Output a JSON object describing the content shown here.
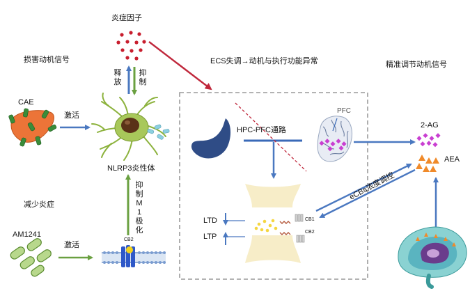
{
  "labels": {
    "inflammatory_factor": "炎症因子",
    "damage_signal": "损害动机信号",
    "release": "释放",
    "inhibit": "抑制",
    "cae": "CAE",
    "activate_top": "激活",
    "nlrp3": "NLRP3炎性体",
    "inhibit_m1": "抑制M1极化",
    "reduce_inflammation": "减少炎症",
    "am1241": "AM1241",
    "activate_bottom": "激活",
    "cb2_receptor": "CB2",
    "ecs_title": "ECS失调→动机与执行功能异常",
    "hpc_pfc": "HPC-PFC通路",
    "pfc": "PFC",
    "ltd": "LTD",
    "ltp": "LTP",
    "cb1": "CB1",
    "cb2_synapse": "CB2",
    "fine_tune": "精准调节动机信号",
    "two_ag": "2-AG",
    "aea": "AEA",
    "ecbs": "eCBs浓度调控"
  },
  "colors": {
    "blue_arrow": "#4a78c0",
    "green_arrow": "#6aa040",
    "red_arrow": "#c0283c",
    "magenta": "#c93fd1",
    "orange": "#f08a2a",
    "dash_box": "#9a9a9a"
  }
}
